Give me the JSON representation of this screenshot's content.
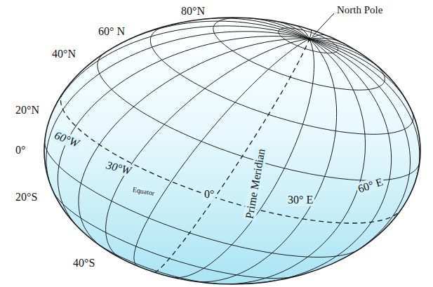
{
  "diagram": {
    "labels": [
      "80°N",
      "60° N",
      "40°N",
      "20°N",
      "0°",
      "20°S",
      "40°S",
      "60°W",
      "30°W",
      "Equator",
      "0°",
      "Prime Meridian",
      "30° E",
      "60° E",
      "North Pole"
    ]
  }
}
